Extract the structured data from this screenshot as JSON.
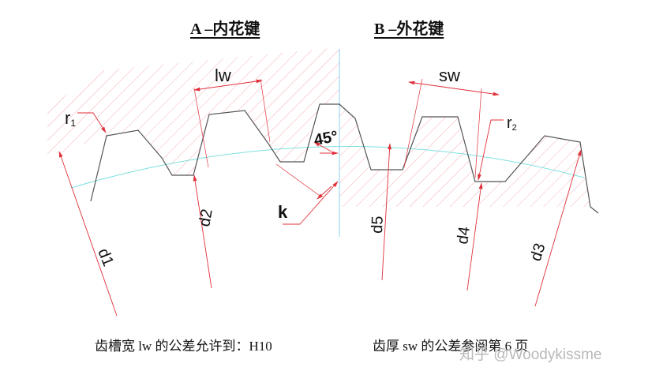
{
  "titles": {
    "a": "A –内花键",
    "b": "B –外花键"
  },
  "labels": {
    "lw": "lw",
    "sw": "sw",
    "r1": "r",
    "r1_sub": "1",
    "r2": "r",
    "r2_sub": "2",
    "angle": "45°",
    "k": "k",
    "d1": "d1",
    "d2": "d2",
    "d3": "d3",
    "d4": "d4",
    "d5": "d5"
  },
  "captions": {
    "left": "齿槽宽 lw 的公差允许到：H10",
    "right": "齿厚 sw 的公差参阅第 6 页"
  },
  "watermark": "知乎 @Woodykissme",
  "colors": {
    "outline": "#555555",
    "dimension": "#e0303a",
    "hatch": "#f2b0b5",
    "pitch_circle": "#7fe0e0",
    "axis": "#8fd0f0"
  }
}
